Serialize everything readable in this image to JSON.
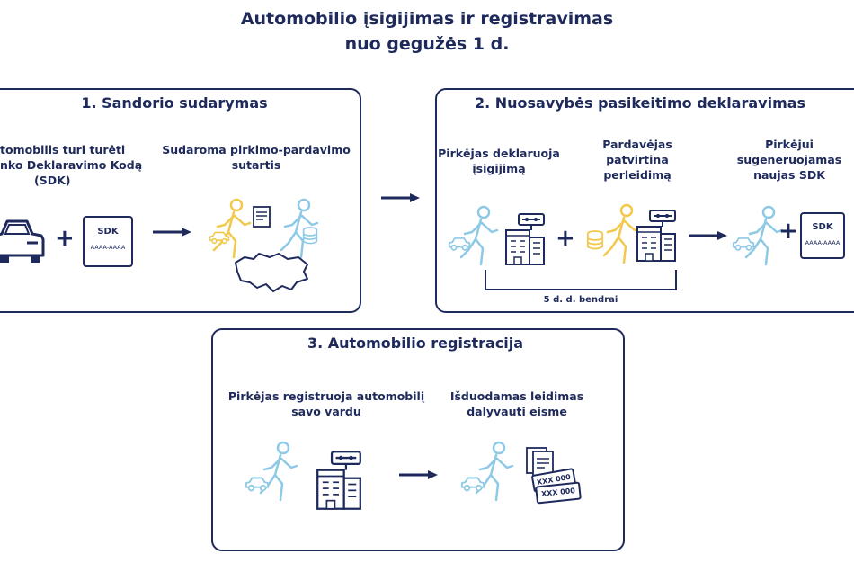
{
  "title": {
    "line1": "Automobilio įsigijimas ir registravimas",
    "line2": "nuo gegužės 1 d."
  },
  "panel1": {
    "title": "1. Sandorio sudarymas",
    "cap_left": [
      "tomobilis turi turėti",
      "nko Deklaravimo Kodą",
      "(SDK)"
    ],
    "cap_right": [
      "Sudaroma pirkimo-pardavimo",
      "sutartis"
    ],
    "sdk": {
      "label": "SDK",
      "code": "AAAA-AAAA"
    }
  },
  "panel2": {
    "title": "2. Nuosavybės pasikeitimo deklaravimas",
    "cap_buyer": [
      "Pirkėjas deklaruoja",
      "įsigijimą"
    ],
    "cap_seller": [
      "Pardavėjas",
      "patvirtina",
      "perleidimą"
    ],
    "cap_new": [
      "Pirkėjui",
      "sugeneruojamas",
      "naujas  SDK"
    ],
    "bracket_label": "5 d. d. bendrai",
    "sdk": {
      "label": "SDK",
      "code": "AAAA-AAAA"
    }
  },
  "panel3": {
    "title": "3. Automobilio registracija",
    "cap_left": [
      "Pirkėjas registruoja automobilį",
      "savo vardu"
    ],
    "cap_right": [
      "Išduodamas leidimas",
      "dalyvauti eisme"
    ],
    "plate_text": "XXX 000"
  },
  "colors": {
    "navy": "#1f2a5c",
    "light_blue": "#8ec9e6",
    "yellow": "#f2c94c"
  }
}
